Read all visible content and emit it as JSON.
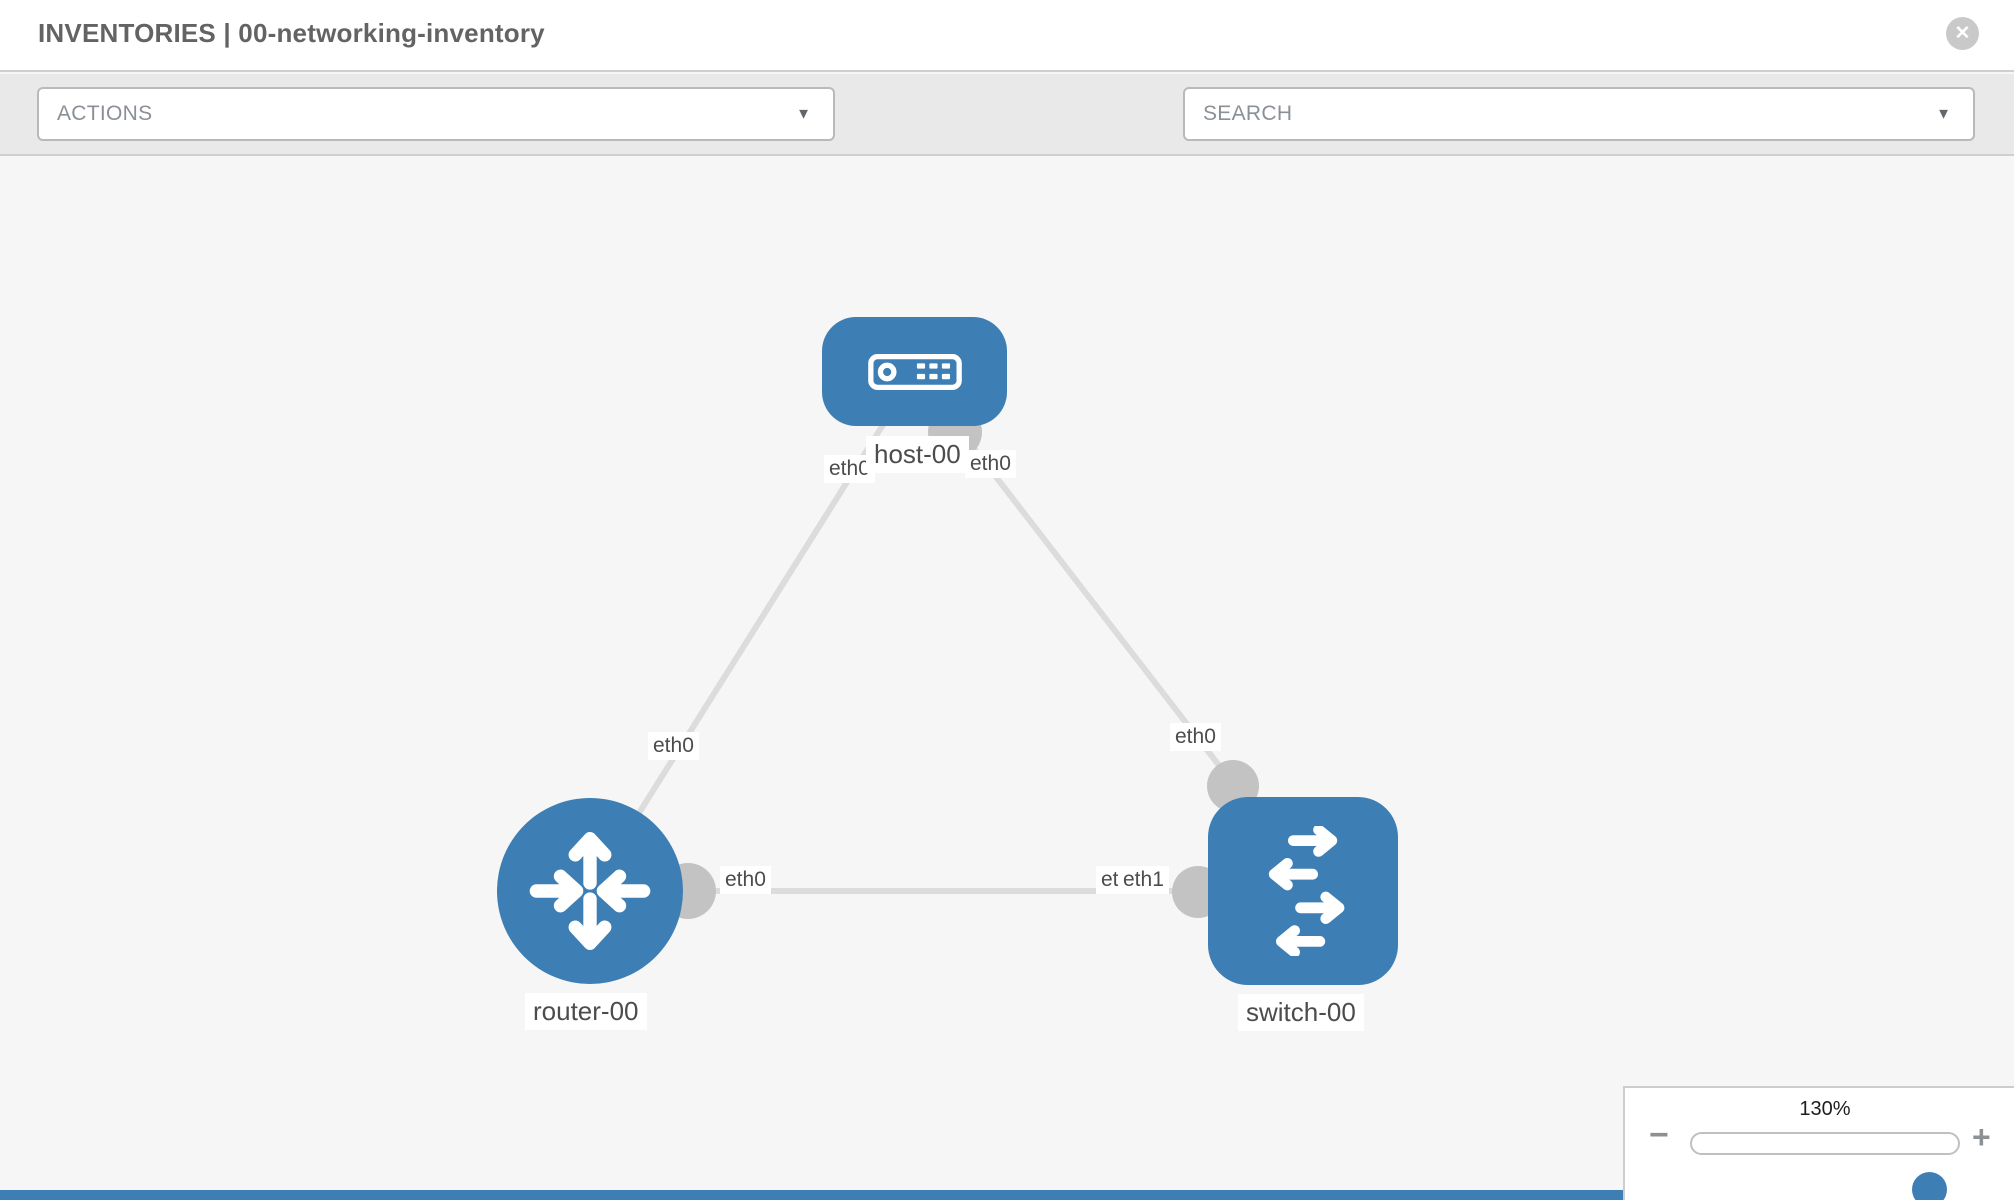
{
  "header": {
    "title": "INVENTORIES | 00-networking-inventory"
  },
  "toolbar": {
    "actions_label": "ACTIONS",
    "search_label": "SEARCH",
    "caret_glyph": "▼"
  },
  "icons": {
    "close_glyph": "✕"
  },
  "topology": {
    "nodes": [
      {
        "id": "host-00",
        "type": "host",
        "label": "host-00"
      },
      {
        "id": "router-00",
        "type": "router",
        "label": "router-00"
      },
      {
        "id": "switch-00",
        "type": "switch",
        "label": "switch-00"
      }
    ],
    "links": [
      {
        "from": "router-00",
        "to": "host-00",
        "from_interface": "eth0",
        "to_interface": "eth0"
      },
      {
        "from": "host-00",
        "to": "switch-00",
        "from_interface": "eth0",
        "to_interface": "eth0"
      },
      {
        "from": "router-00",
        "to": "switch-00",
        "from_interface": "eth0",
        "to_interface": "eth1",
        "occluded_interface": "eth0"
      }
    ]
  },
  "zoom_control": {
    "level": "130%",
    "minus_glyph": "−",
    "plus_glyph": "+"
  },
  "colors": {
    "node_blue": "#3d7eb4",
    "port_gray": "#c3c3c3",
    "link_gray": "#dcdcdc",
    "toolbar_gray": "#e9e9e9",
    "accent_bar": "#3d7eb4"
  }
}
